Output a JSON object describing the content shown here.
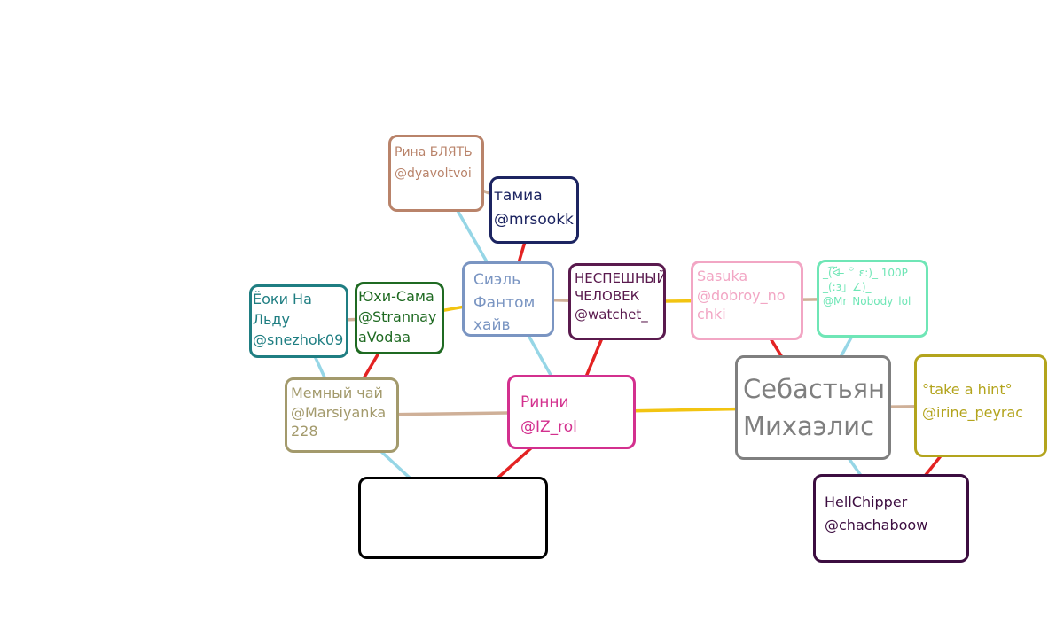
{
  "nodes": [
    {
      "id": "rina",
      "lines": [
        "Рина БЛЯТЬ",
        "@dyavoltvoi"
      ],
      "color": "#b9836a"
    },
    {
      "id": "tamia",
      "lines": [
        "тамиа",
        "@mrsookk"
      ],
      "color": "#1c2461"
    },
    {
      "id": "ciel",
      "lines": [
        "Сиэль",
        "Фантом",
        "хайв"
      ],
      "color": "#7a95c2"
    },
    {
      "id": "nespeshny",
      "lines": [
        "НЕСПЕШНЫЙ",
        "ЧЕЛОВЕК",
        "@watchet_"
      ],
      "color": "#5a1a4e"
    },
    {
      "id": "sasuka",
      "lines": [
        "Sasuka",
        "@dobroy_no",
        "chki"
      ],
      "color": "#f2a6c4"
    },
    {
      "id": "mrnobody",
      "lines": [
        "_(͡ᐛ ̶ ꒪ ε:)_ 100P",
        "_(:з」∠)_",
        "@Mr_Nobody_lol_"
      ],
      "color": "#6fe6b6"
    },
    {
      "id": "yoki",
      "lines": [
        "Ёоки На",
        "Льду",
        "@snezhok09"
      ],
      "color": "#1f7e82"
    },
    {
      "id": "yuhi",
      "lines": [
        "Юхи-Сама",
        "@Strannay",
        "aVodaa"
      ],
      "color": "#1f6a22"
    },
    {
      "id": "memny",
      "lines": [
        "Мемный чай",
        "@Marsiyanka",
        "228"
      ],
      "color": "#a39a6c"
    },
    {
      "id": "rinni",
      "lines": [
        "Ринни",
        "@IZ_rol"
      ],
      "color": "#d3308e"
    },
    {
      "id": "sebastian",
      "lines": [
        "Себастьян",
        "Михаэлис"
      ],
      "color": "#7f7f7f"
    },
    {
      "id": "takehint",
      "lines": [
        "°take a hint°",
        "@irine_peyrac"
      ],
      "color": "#b3a41d"
    },
    {
      "id": "hellchipper",
      "lines": [
        "HellChipper",
        "@chachaboow"
      ],
      "color": "#3c0d40"
    },
    {
      "id": "empty",
      "lines": [],
      "color": "#000000"
    }
  ],
  "edges": [
    {
      "from": "rina",
      "to": "tamia",
      "color": "#cfb098"
    },
    {
      "from": "rina",
      "to": "ciel",
      "color": "#96d6e6"
    },
    {
      "from": "tamia",
      "to": "ciel",
      "color": "#e32222"
    },
    {
      "from": "ciel",
      "to": "nespeshny",
      "color": "#cfb098"
    },
    {
      "from": "ciel",
      "to": "yuhi",
      "color": "#f2c411"
    },
    {
      "from": "ciel",
      "to": "rinni",
      "color": "#96d6e6"
    },
    {
      "from": "nespeshny",
      "to": "sasuka",
      "color": "#f2c411"
    },
    {
      "from": "nespeshny",
      "to": "rinni",
      "color": "#e32222"
    },
    {
      "from": "sasuka",
      "to": "mrnobody",
      "color": "#cfb098"
    },
    {
      "from": "sasuka",
      "to": "sebastian",
      "color": "#e32222"
    },
    {
      "from": "mrnobody",
      "to": "sebastian",
      "color": "#96d6e6"
    },
    {
      "from": "yoki",
      "to": "yuhi",
      "color": "#cfb098"
    },
    {
      "from": "yoki",
      "to": "memny",
      "color": "#96d6e6"
    },
    {
      "from": "yuhi",
      "to": "memny",
      "color": "#e32222"
    },
    {
      "from": "memny",
      "to": "rinni",
      "color": "#cfb098"
    },
    {
      "from": "memny",
      "to": "empty",
      "color": "#96d6e6"
    },
    {
      "from": "rinni",
      "to": "empty",
      "color": "#e32222"
    },
    {
      "from": "rinni",
      "to": "sebastian",
      "color": "#f2c411"
    },
    {
      "from": "sebastian",
      "to": "takehint",
      "color": "#cfb098"
    },
    {
      "from": "sebastian",
      "to": "hellchipper",
      "color": "#96d6e6"
    },
    {
      "from": "takehint",
      "to": "hellchipper",
      "color": "#e32222"
    }
  ]
}
